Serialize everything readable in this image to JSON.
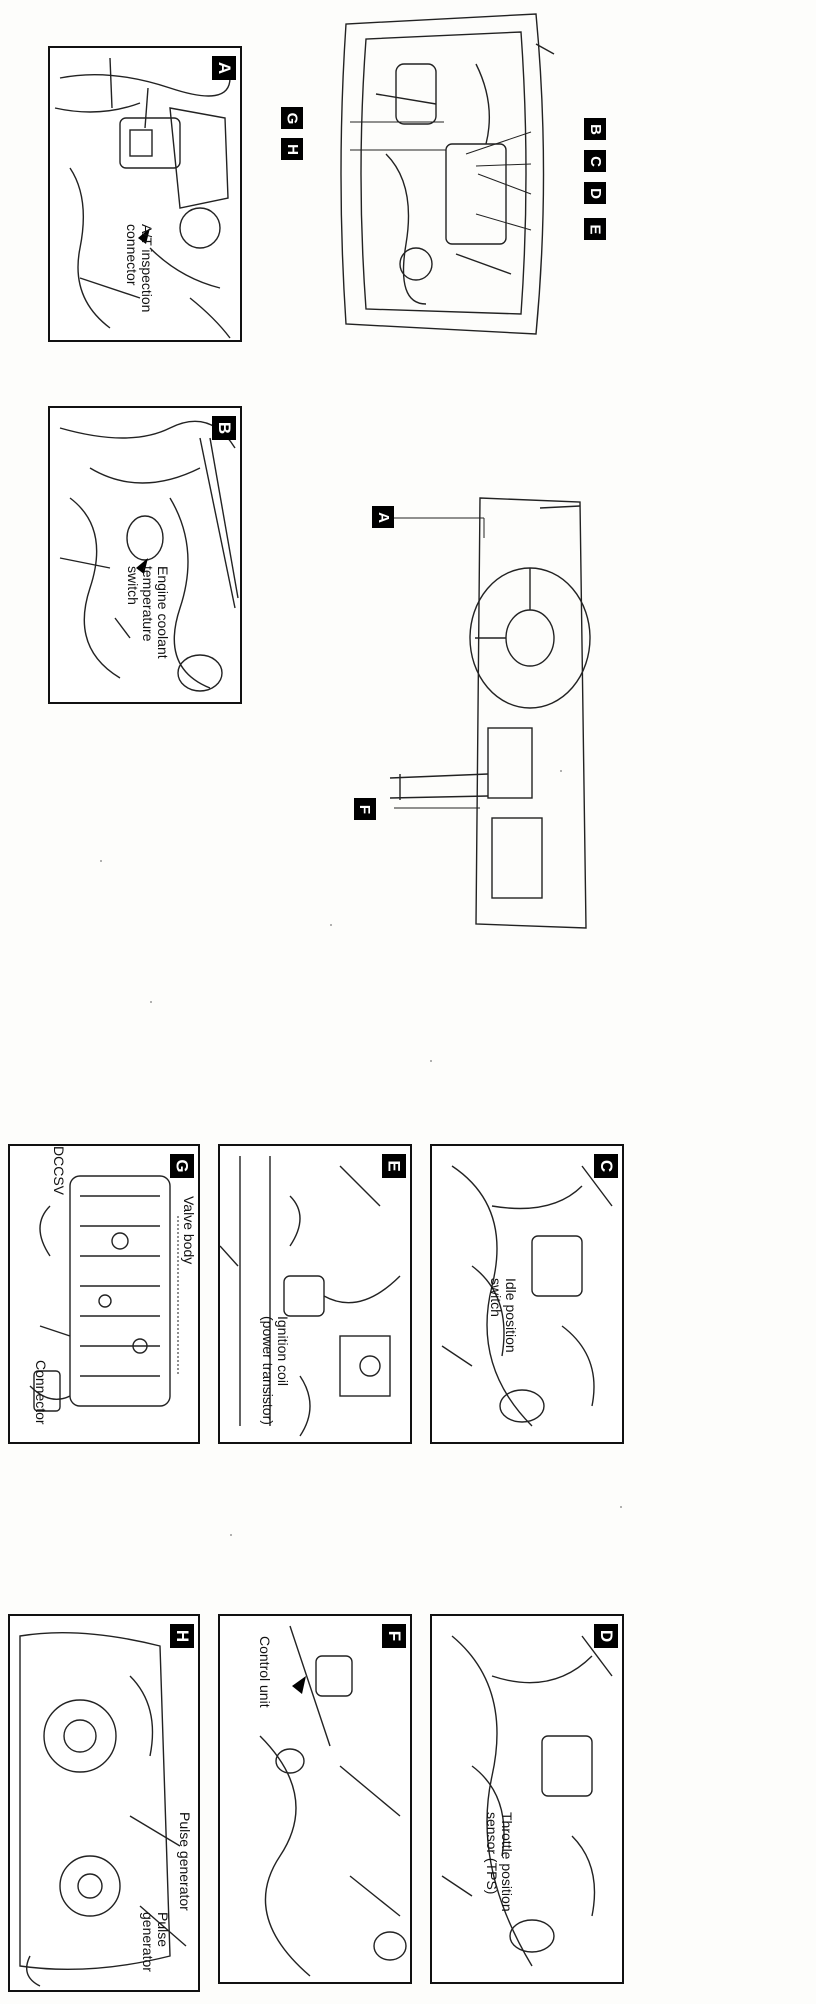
{
  "panels": {
    "A": {
      "badge": "A",
      "label": "A/T inspection\nconnector"
    },
    "B": {
      "badge": "B",
      "label": "Engine coolant\ntemperature\nswitch"
    },
    "C": {
      "badge": "C",
      "label": "Idle position\nswitch"
    },
    "D": {
      "badge": "D",
      "label": "Throttle position\nsensor (TPS)"
    },
    "E": {
      "badge": "E",
      "label": "Ignition coil\n(power transistor)"
    },
    "F": {
      "badge": "F",
      "label": "Control unit"
    },
    "G": {
      "badge": "G",
      "label_valve": "Valve body",
      "label_dccsv": "DCCSV",
      "label_connector": "Connector"
    },
    "H": {
      "badge": "H",
      "label_pulse1": "Pulse generator",
      "label_pulse2": "Pulse\ngenerator"
    }
  },
  "overview": {
    "engine_callouts": [
      "G",
      "H",
      "B",
      "C",
      "D",
      "E"
    ],
    "dash_callouts": [
      "A",
      "F"
    ]
  }
}
